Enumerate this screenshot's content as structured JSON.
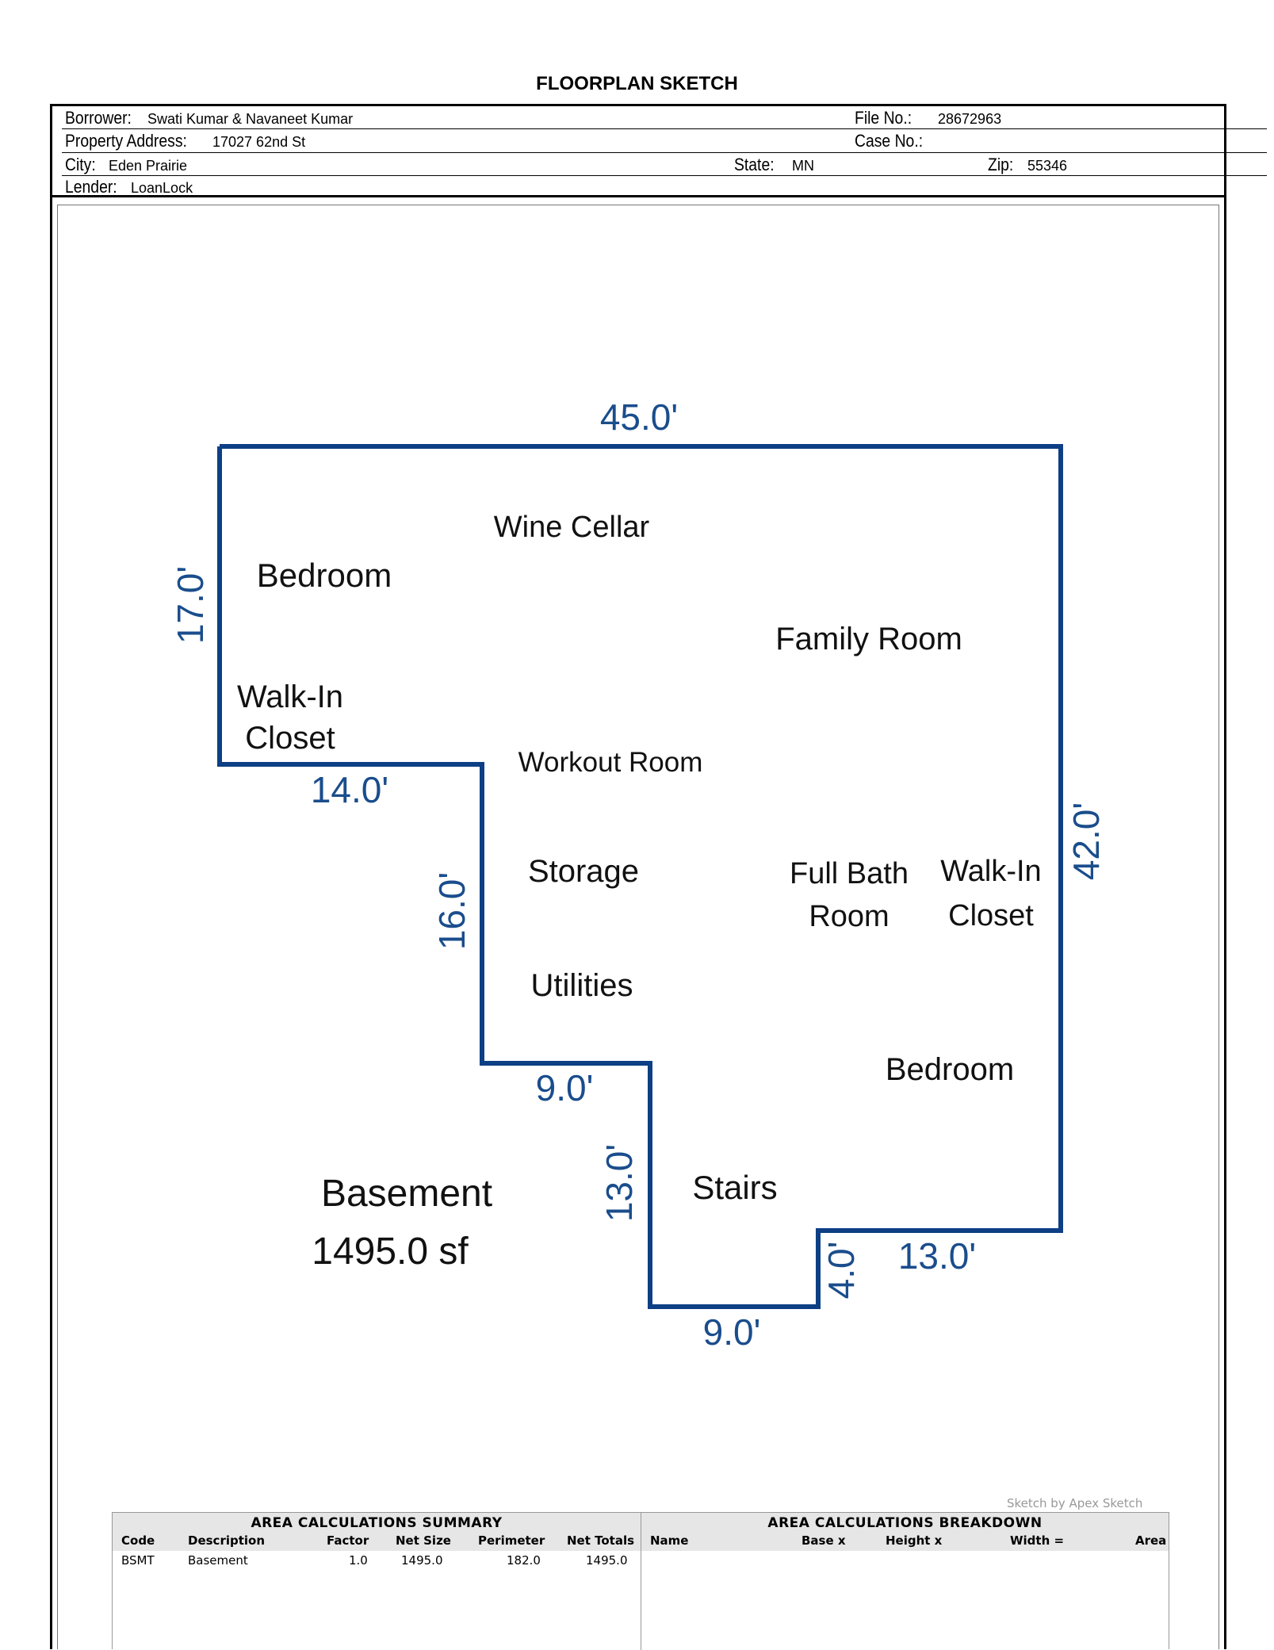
{
  "document": {
    "title": "FLOORPLAN SKETCH"
  },
  "header": {
    "borrower_label": "Borrower:",
    "borrower": "Swati Kumar & Navaneet Kumar",
    "file_no_label": "File No.:",
    "file_no": "28672963",
    "address_label": "Property Address:",
    "address": "17027 62nd St",
    "case_no_label": "Case No.:",
    "case_no": "",
    "city_label": "City:",
    "city": "Eden Prairie",
    "state_label": "State:",
    "state": "MN",
    "zip_label": "Zip:",
    "zip": "55346",
    "lender_label": "Lender:",
    "lender": "LoanLock"
  },
  "sketch": {
    "outline_color": "#0d3f85",
    "dimension_color": "#1a4d8c",
    "dimensions": {
      "top": "45.0'",
      "left": "17.0'",
      "step1": "14.0'",
      "step2": "16.0'",
      "step3": "9.0'",
      "step4": "13.0'",
      "bottom": "9.0'",
      "notch": "4.0'",
      "right_bottom": "13.0'",
      "right": "42.0'"
    },
    "rooms": {
      "wine_cellar": "Wine Cellar",
      "bedroom1": "Bedroom",
      "family_room": "Family Room",
      "walkin1_l1": "Walk-In",
      "walkin1_l2": "Closet",
      "workout": "Workout Room",
      "storage": "Storage",
      "fullbath_l1": "Full Bath",
      "fullbath_l2": "Room",
      "walkin2_l1": "Walk-In",
      "walkin2_l2": "Closet",
      "utilities": "Utilities",
      "bedroom2": "Bedroom",
      "stairs": "Stairs"
    },
    "area_label": "Basement",
    "area_value": "1495.0 sf",
    "credit": "Sketch by Apex Sketch"
  },
  "area_summary": {
    "title": "AREA CALCULATIONS SUMMARY",
    "columns": [
      "Code",
      "Description",
      "Factor",
      "Net Size",
      "Perimeter",
      "Net Totals"
    ],
    "row": {
      "code": "BSMT",
      "description": "Basement",
      "factor": "1.0",
      "net_size": "1495.0",
      "perimeter": "182.0",
      "net_totals": "1495.0"
    }
  },
  "area_breakdown": {
    "title": "AREA CALCULATIONS BREAKDOWN",
    "columns": [
      "Name",
      "Base x",
      "Height x",
      "Width =",
      "Area"
    ]
  }
}
